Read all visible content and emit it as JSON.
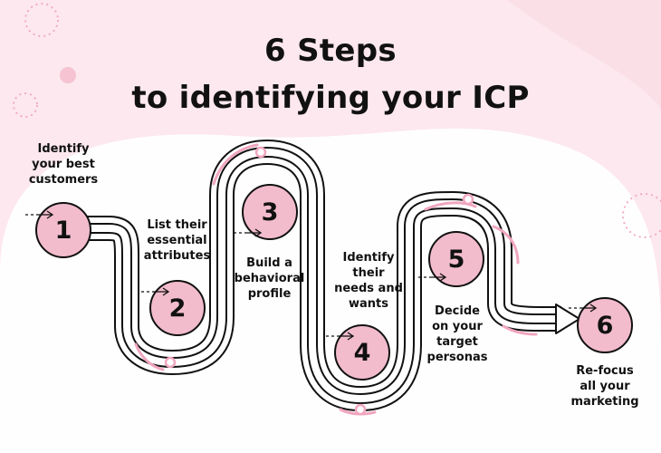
{
  "title": {
    "line1": "6 Steps",
    "line2": "to identifying your ICP"
  },
  "steps": [
    {
      "number": "1",
      "label": "Identify\nyour best\ncustomers"
    },
    {
      "number": "2",
      "label": "List their\nessential\nattributes"
    },
    {
      "number": "3",
      "label": "Build a\nbehavioral\nprofile"
    },
    {
      "number": "4",
      "label": "Identify\ntheir\nneeds and\nwants"
    },
    {
      "number": "5",
      "label": "Decide\non your\ntarget\npersonas"
    },
    {
      "number": "6",
      "label": "Re-focus\nall your\nmarketing"
    }
  ],
  "colors": {
    "background": "#fce8ee",
    "blob": "#ffffff",
    "circle_fill": "#f2bccd",
    "accent": "#f0a6be",
    "road_stroke": "#111111"
  },
  "icons": [
    "arrow-icon"
  ]
}
